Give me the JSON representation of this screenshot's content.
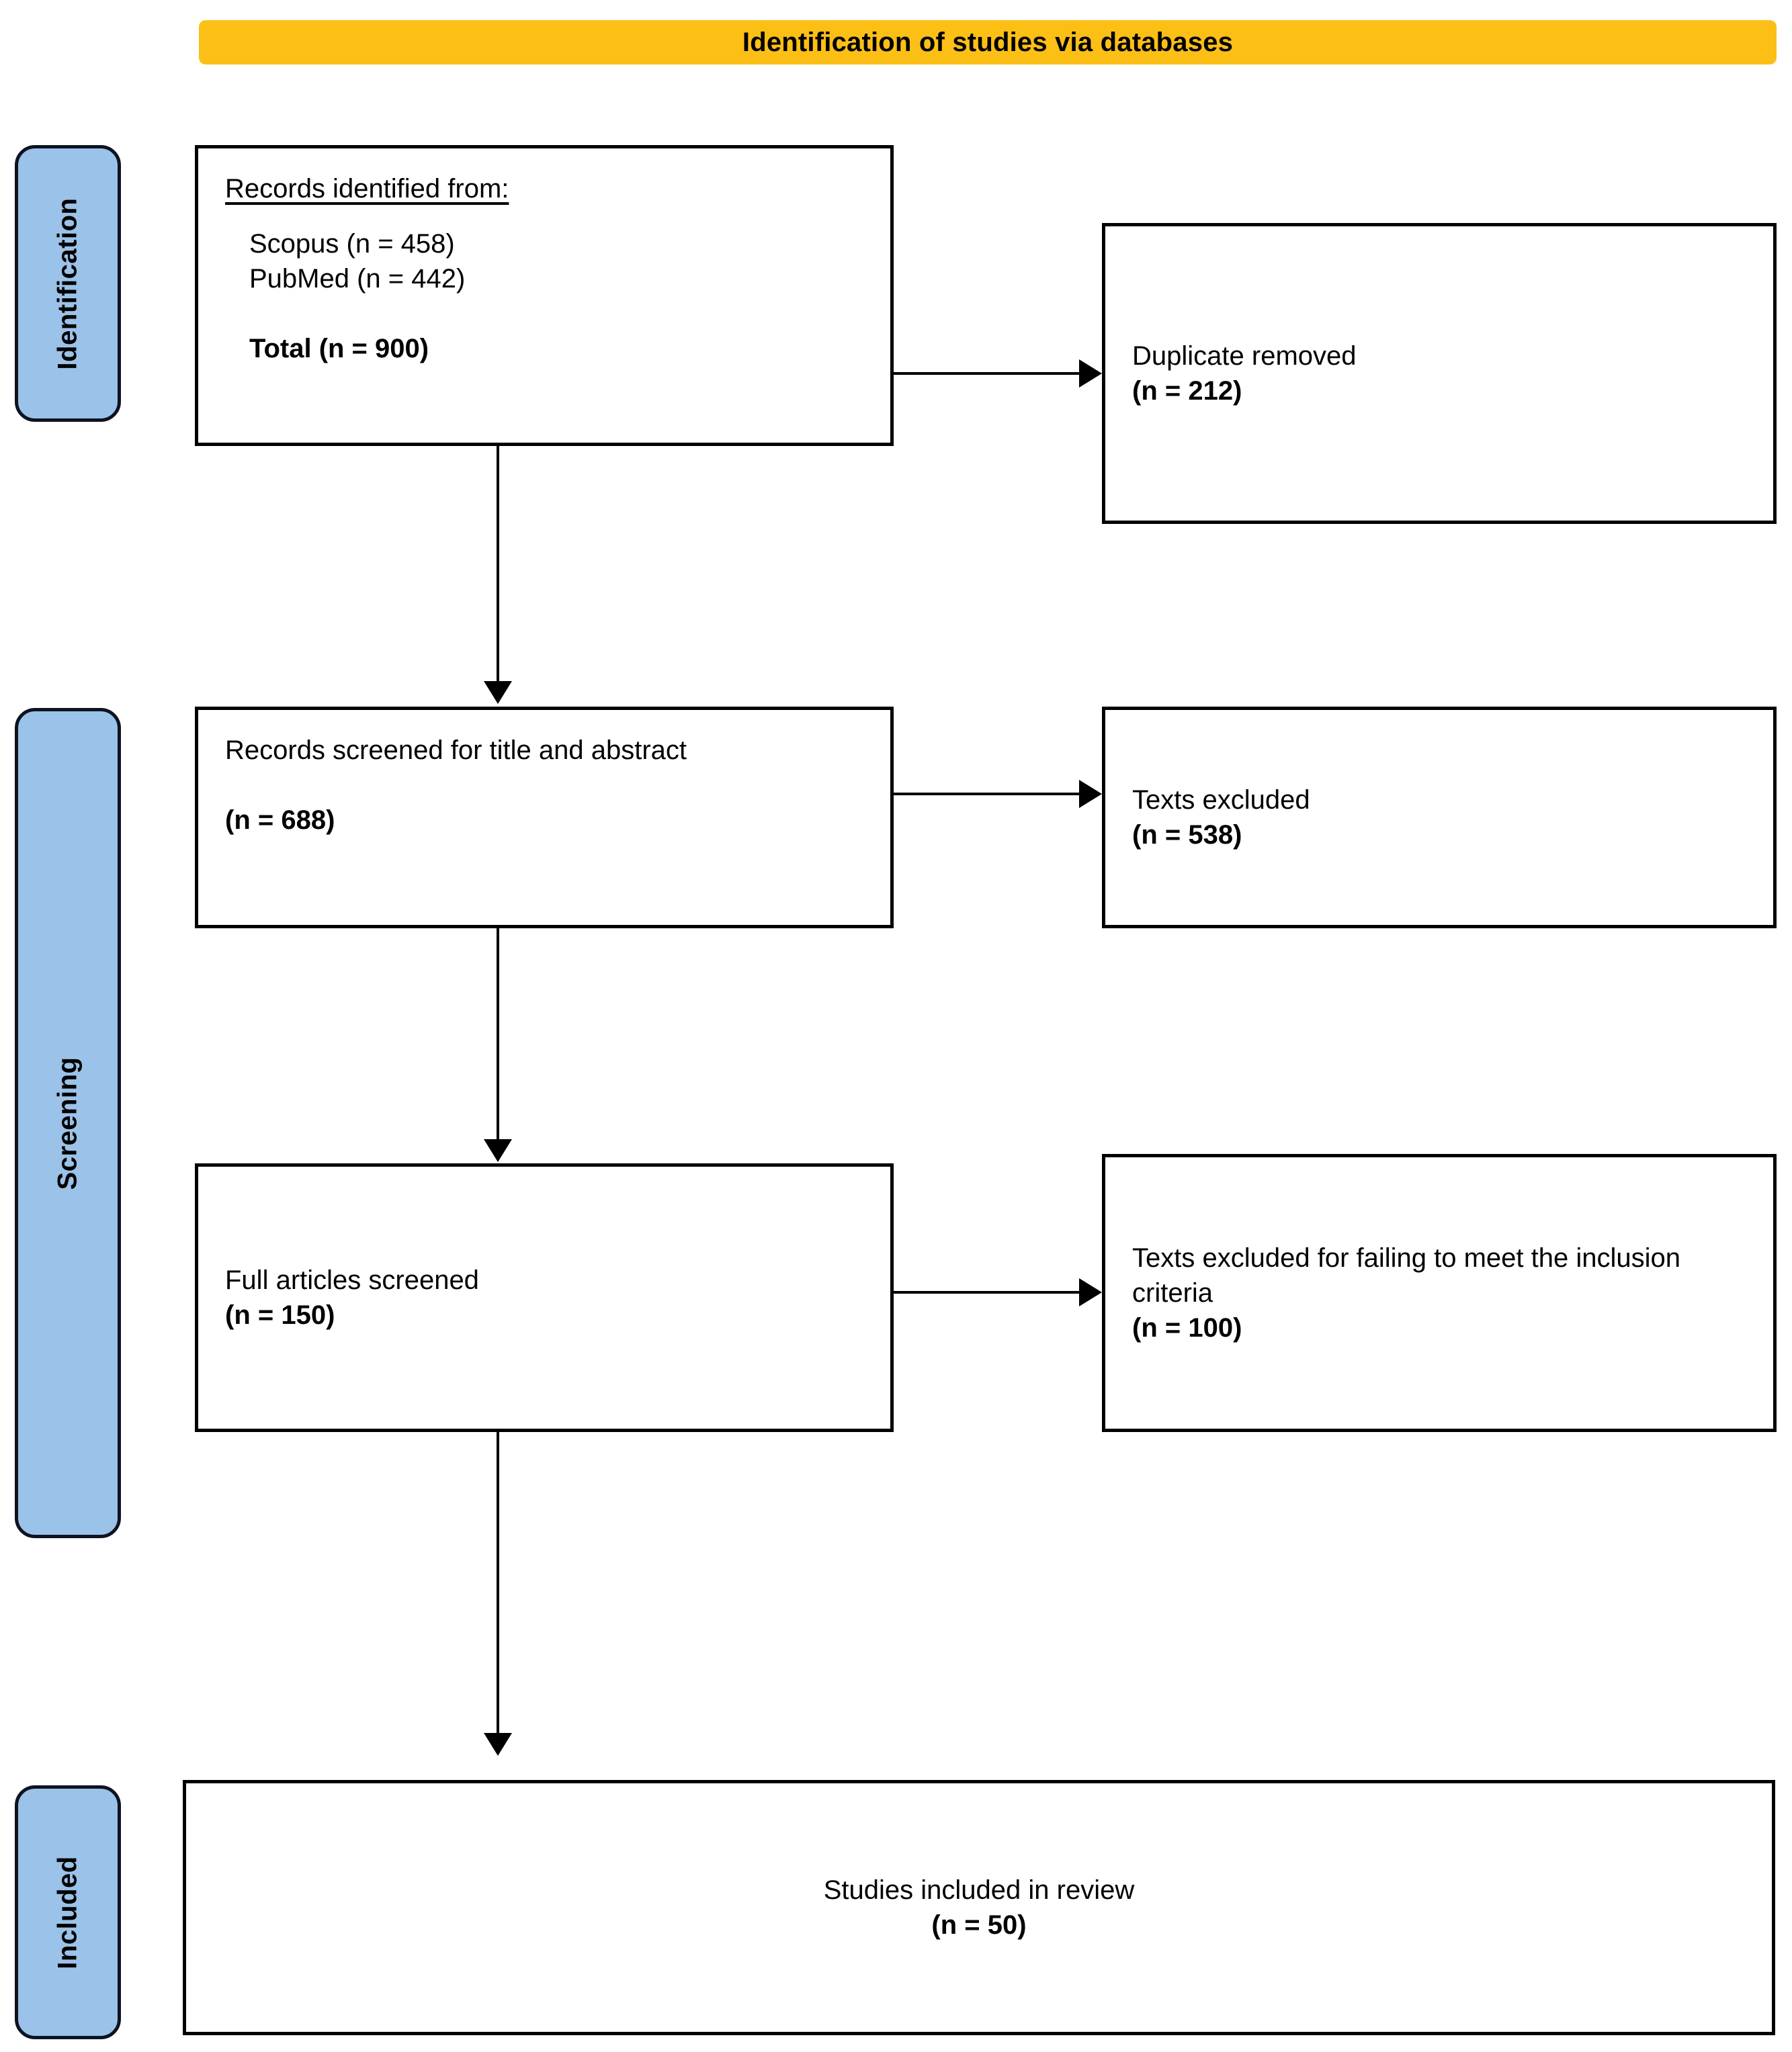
{
  "header": {
    "title": "Identification of studies via databases",
    "background_color": "#fcbf16"
  },
  "stages": [
    {
      "id": "identification",
      "label": "Identification"
    },
    {
      "id": "screening",
      "label": "Screening"
    },
    {
      "id": "included",
      "label": "Included"
    }
  ],
  "stage_color": "#9bc2e8",
  "boxes": {
    "records_identified": {
      "heading": "Records identified from:",
      "source_1": "Scopus (n = 458)",
      "source_2": "PubMed (n = 442)",
      "total": "Total (n = 900)"
    },
    "duplicate_removed": {
      "label": "Duplicate removed",
      "count": "(n = 212)"
    },
    "records_screened": {
      "label": "Records screened for title and abstract",
      "count": "(n = 688)"
    },
    "texts_excluded": {
      "label": "Texts excluded",
      "count": "(n = 538)"
    },
    "full_articles": {
      "label": "Full articles screened",
      "count": "(n = 150)"
    },
    "texts_excluded_criteria": {
      "label": "Texts excluded for failing to meet the inclusion criteria",
      "count": "(n = 100)"
    },
    "studies_included": {
      "label": "Studies included in review",
      "count": "(n = 50)"
    }
  },
  "chart_data": {
    "type": "diagram",
    "title": "Identification of studies via databases",
    "diagram_kind": "PRISMA flow diagram",
    "stages": [
      "Identification",
      "Screening",
      "Included"
    ],
    "nodes": [
      {
        "id": "records_identified",
        "stage": "Identification",
        "text": "Records identified from: Scopus (n = 458), PubMed (n = 442), Total (n = 900)",
        "value": 900
      },
      {
        "id": "duplicate_removed",
        "stage": "Identification",
        "text": "Duplicate removed (n = 212)",
        "value": 212
      },
      {
        "id": "records_screened",
        "stage": "Screening",
        "text": "Records screened for title and abstract (n = 688)",
        "value": 688
      },
      {
        "id": "texts_excluded",
        "stage": "Screening",
        "text": "Texts excluded (n = 538)",
        "value": 538
      },
      {
        "id": "full_articles",
        "stage": "Screening",
        "text": "Full articles screened (n = 150)",
        "value": 150
      },
      {
        "id": "texts_excluded_criteria",
        "stage": "Screening",
        "text": "Texts excluded for failing to meet the inclusion criteria (n = 100)",
        "value": 100
      },
      {
        "id": "studies_included",
        "stage": "Included",
        "text": "Studies included in review (n = 50)",
        "value": 50
      }
    ],
    "edges": [
      {
        "from": "records_identified",
        "to": "duplicate_removed",
        "direction": "right"
      },
      {
        "from": "records_identified",
        "to": "records_screened",
        "direction": "down"
      },
      {
        "from": "records_screened",
        "to": "texts_excluded",
        "direction": "right"
      },
      {
        "from": "records_screened",
        "to": "full_articles",
        "direction": "down"
      },
      {
        "from": "full_articles",
        "to": "texts_excluded_criteria",
        "direction": "right"
      },
      {
        "from": "full_articles",
        "to": "studies_included",
        "direction": "down"
      }
    ],
    "sources": [
      {
        "name": "Scopus",
        "value": 458
      },
      {
        "name": "PubMed",
        "value": 442
      }
    ]
  }
}
